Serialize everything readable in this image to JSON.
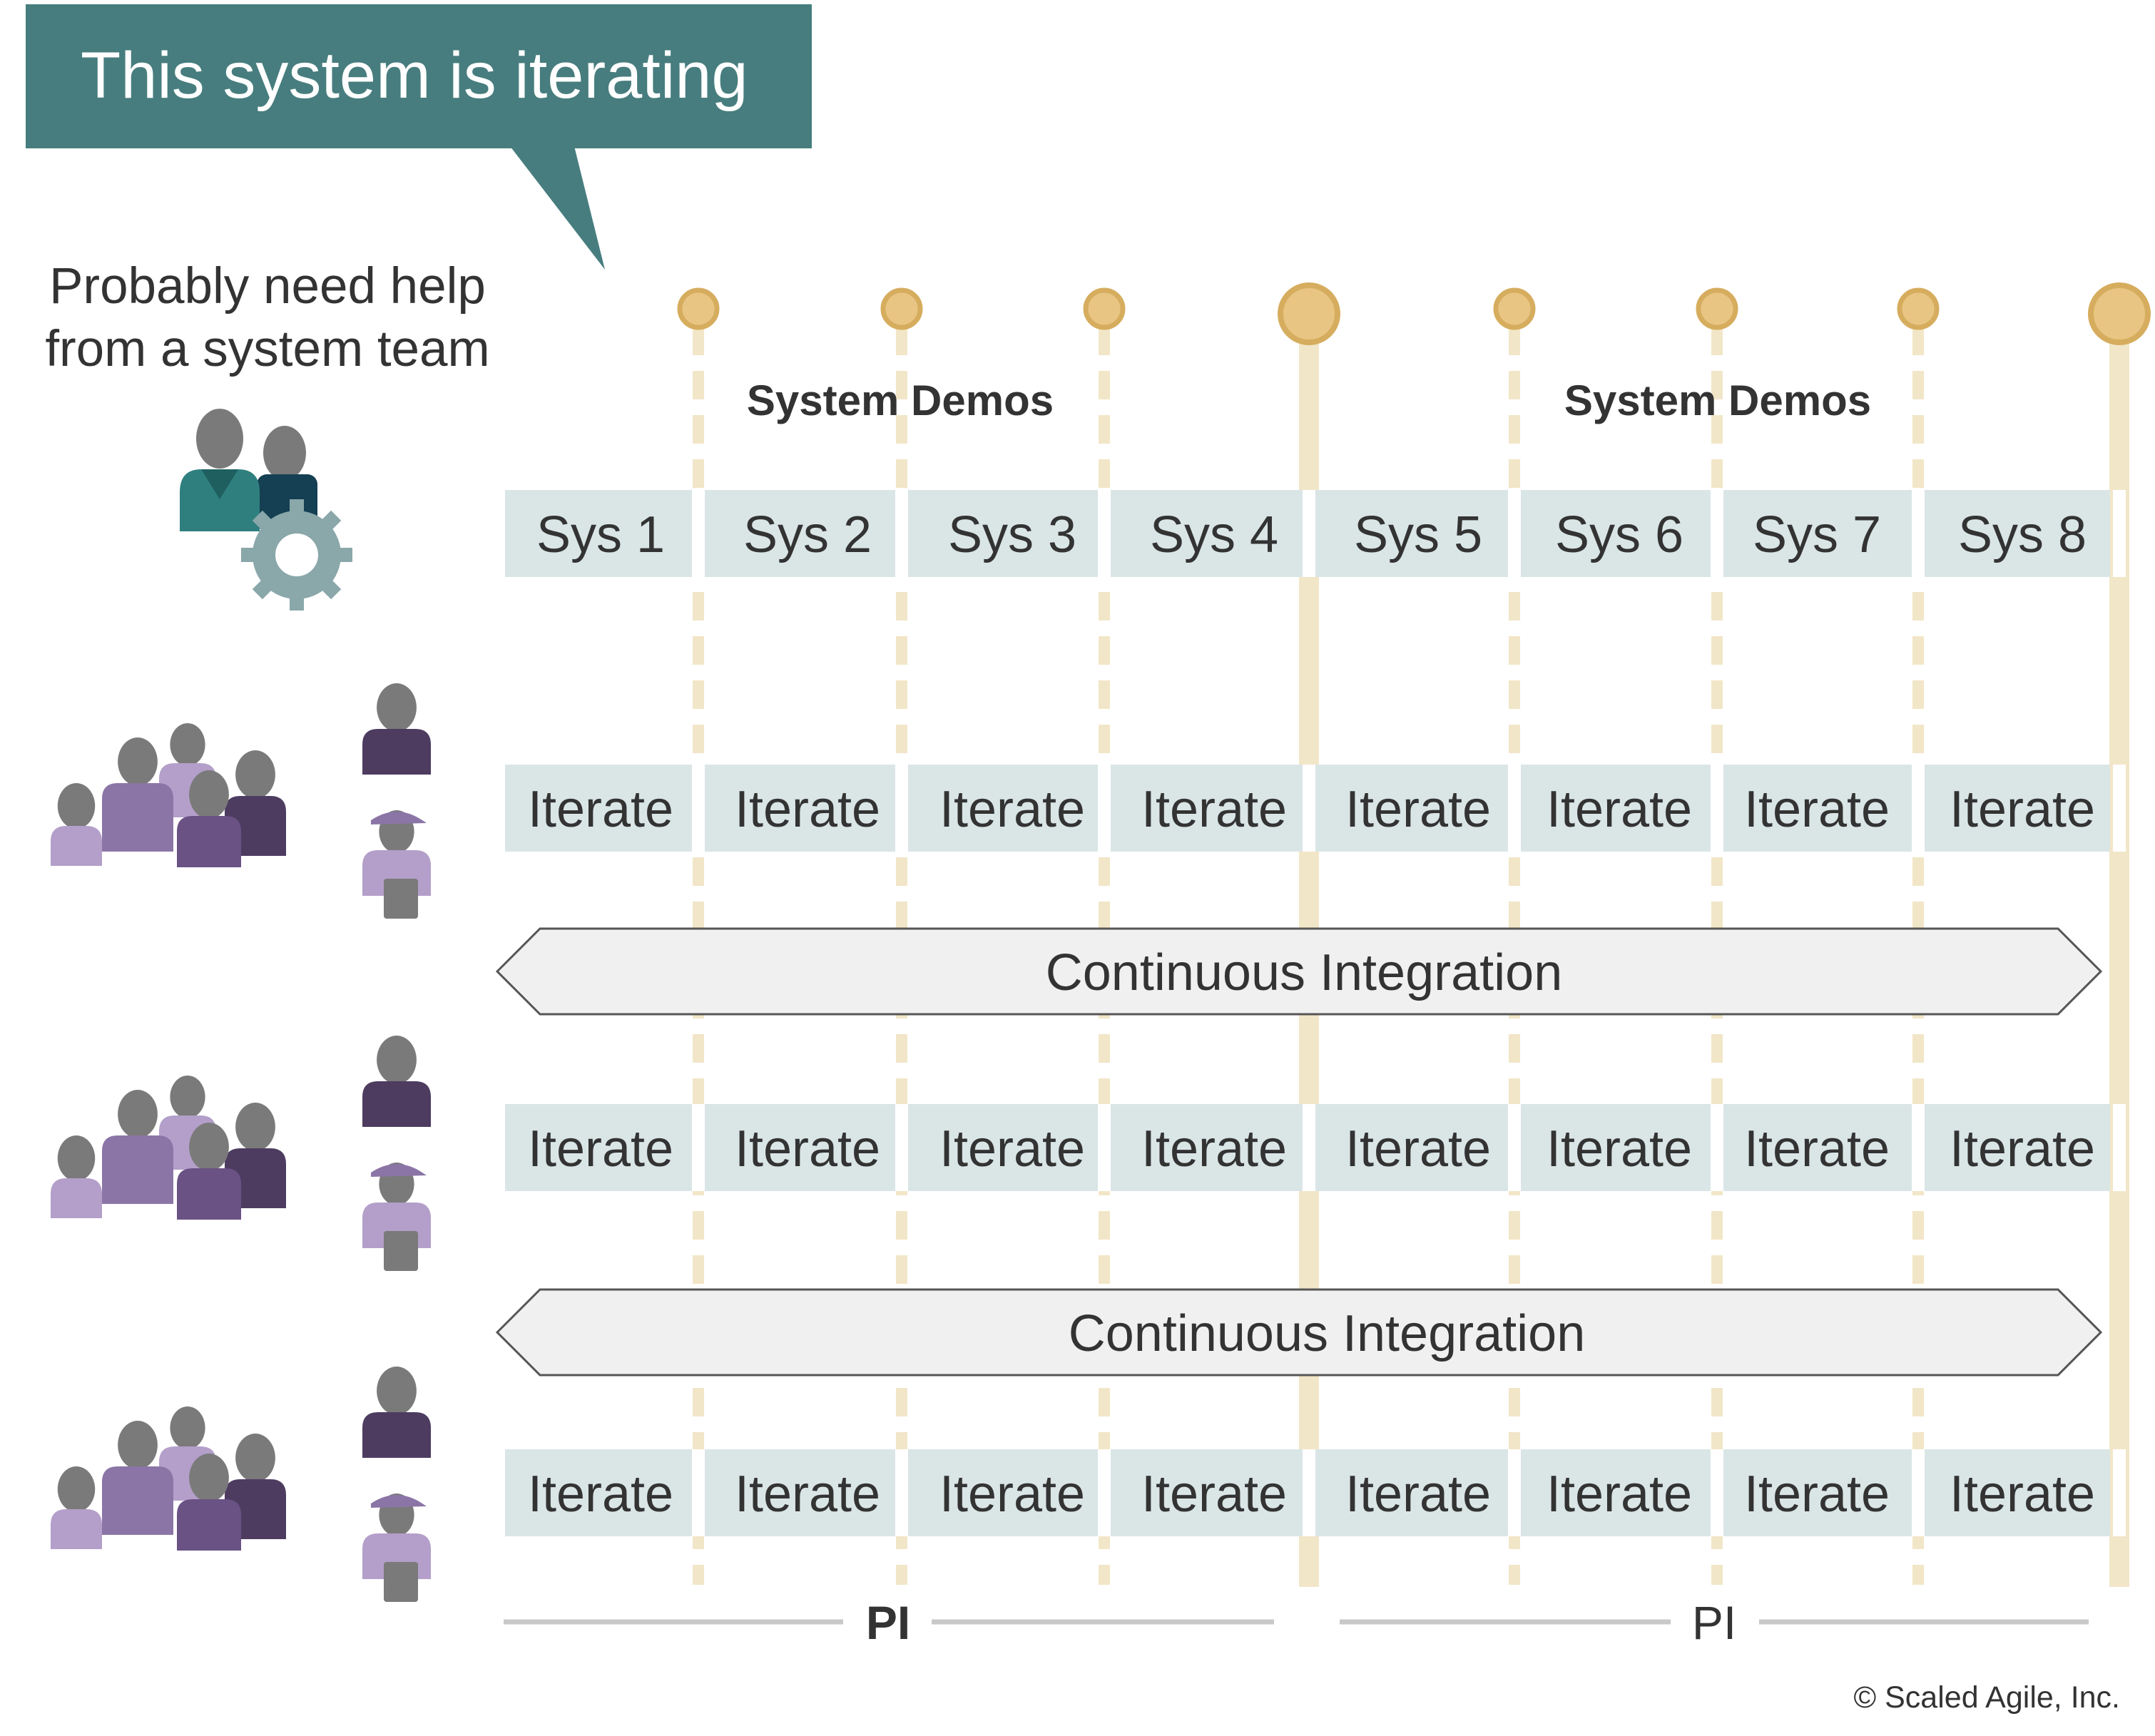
{
  "callout": {
    "text": "This system is iterating",
    "color": "#477d7e"
  },
  "help_note": {
    "line1": "Probably need help",
    "line2": "from a system team"
  },
  "demos": {
    "left_label": "System Demos",
    "right_label": "System Demos"
  },
  "sys_row": {
    "labels": [
      "Sys 1",
      "Sys 2",
      "Sys 3",
      "Sys 4",
      "Sys 5",
      "Sys 6",
      "Sys 7",
      "Sys 8"
    ]
  },
  "iterate_rows": [
    {
      "labels": [
        "Iterate",
        "Iterate",
        "Iterate",
        "Iterate",
        "Iterate",
        "Iterate",
        "Iterate",
        "Iterate"
      ]
    },
    {
      "labels": [
        "Iterate",
        "Iterate",
        "Iterate",
        "Iterate",
        "Iterate",
        "Iterate",
        "Iterate",
        "Iterate"
      ]
    },
    {
      "labels": [
        "Iterate",
        "Iterate",
        "Iterate",
        "Iterate",
        "Iterate",
        "Iterate",
        "Iterate",
        "Iterate"
      ]
    }
  ],
  "ci_bars": [
    {
      "label": "Continuous Integration"
    },
    {
      "label": "Continuous Integration"
    }
  ],
  "pi": {
    "left_label": "PI",
    "right_label": "PI"
  },
  "copyright": "© Scaled Agile, Inc.",
  "colors": {
    "row_band": "#dae5e6",
    "milestone_fill": "#e9c584",
    "milestone_stroke": "#d6ad5e",
    "timeline_line": "#f2e6c8",
    "ci_fill": "#f0f0f0",
    "ci_stroke": "#555555",
    "pi_line": "#c8c8c8",
    "team_purple": "#8b75a6",
    "team_dark": "#4d3c60",
    "team_light": "#b39fc9",
    "person_gray": "#7a7a7a",
    "system_team_teal": "#2f7f7f",
    "system_team_navy": "#153f52",
    "gear": "#8aa7aa"
  }
}
